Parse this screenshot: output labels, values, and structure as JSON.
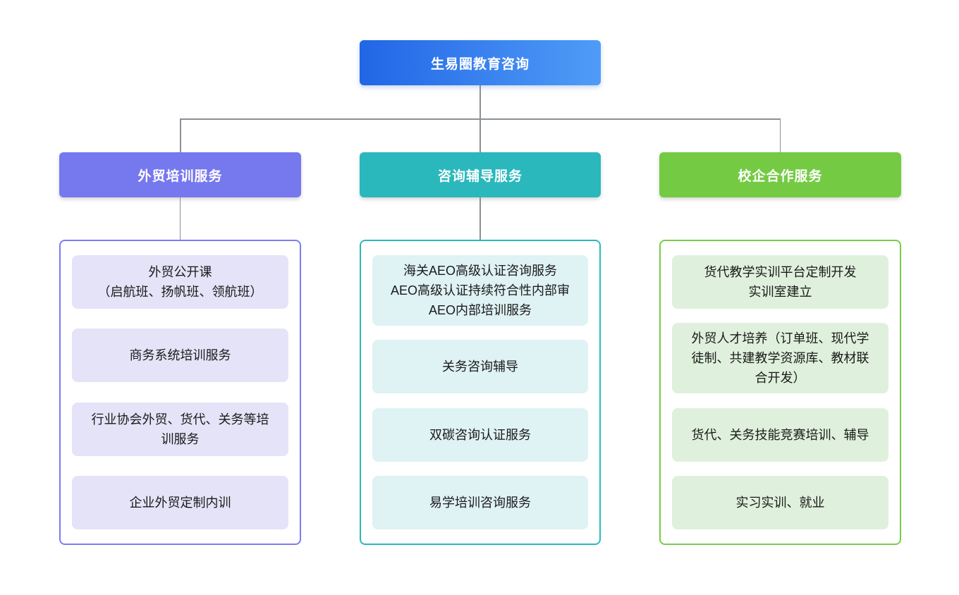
{
  "root": {
    "label": "生易圈教育咨询"
  },
  "colors": {
    "root_gradient_from": "#2166e6",
    "root_gradient_to": "#4f9cf7",
    "connector": "#8b9096"
  },
  "branches": [
    {
      "label": "外贸培训服务",
      "header_bg": "#7678ee",
      "border": "#7b7cf2",
      "item_bg": "#e5e3f8",
      "items": [
        "外贸公开课\n（启航班、扬帆班、领航班）",
        "商务系统培训服务",
        "行业协会外贸、货代、关务等培训服务",
        "企业外贸定制内训"
      ]
    },
    {
      "label": "咨询辅导服务",
      "header_bg": "#2ab8bd",
      "border": "#2ab8bd",
      "item_bg": "#dff2f4",
      "items": [
        "海关AEO高级认证咨询服务\nAEO高级认证持续符合性内部审\nAEO内部培训服务",
        "关务咨询辅导",
        "双碳咨询认证服务",
        "易学培训咨询服务"
      ]
    },
    {
      "label": "校企合作服务",
      "header_bg": "#74cb43",
      "border": "#77cc4a",
      "item_bg": "#dff1dc",
      "items": [
        "货代教学实训平台定制开发\n实训室建立",
        "外贸人才培养（订单班、现代学徒制、共建教学资源库、教材联合开发）",
        "货代、关务技能竞赛培训、辅导",
        "实习实训、就业"
      ]
    }
  ]
}
